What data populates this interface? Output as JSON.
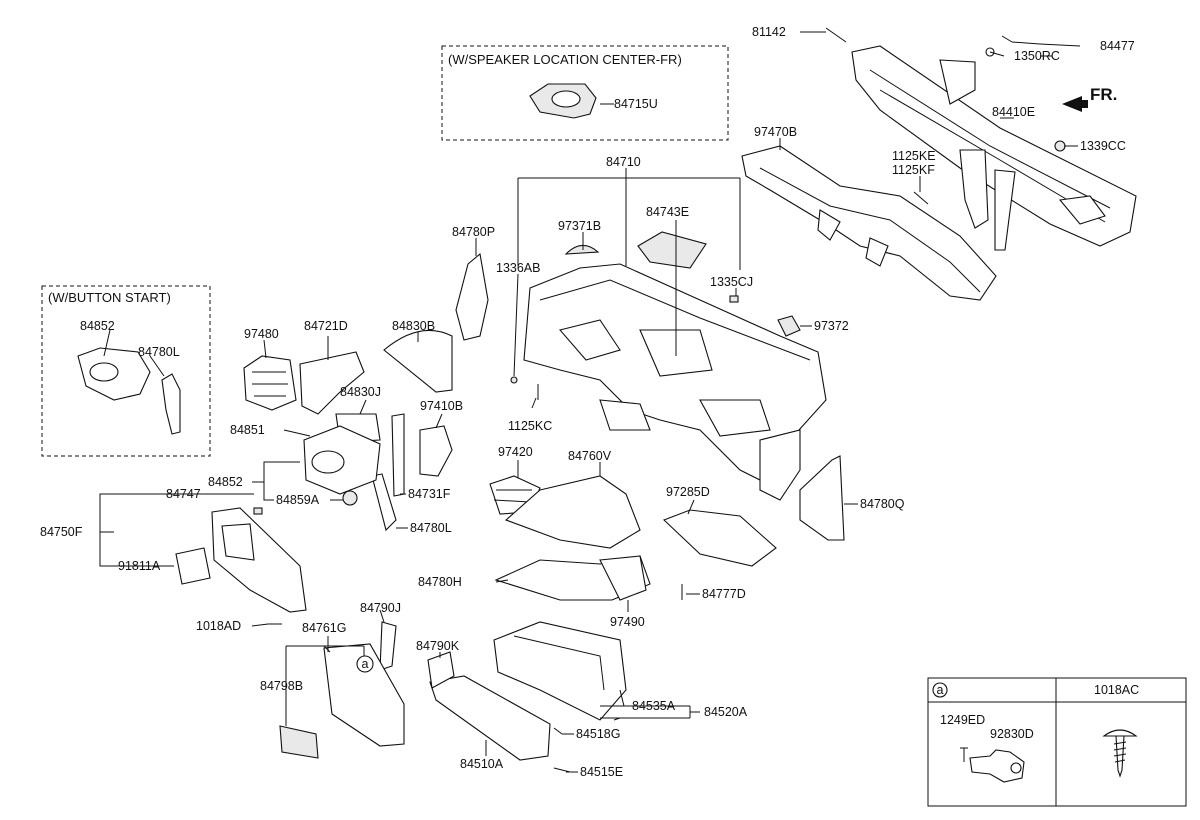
{
  "notes": {
    "speaker": "(W/SPEAKER LOCATION CENTER-FR)",
    "button_start": "(W/BUTTON START)",
    "fr": "FR."
  },
  "callouts": {
    "a": "a"
  },
  "legend": {
    "circle_label": "a",
    "header_right": "1018AC",
    "part_1249ED": "1249ED",
    "part_92830D": "92830D"
  },
  "parts": {
    "p81142": "81142",
    "p1350RC": "1350RC",
    "p84477": "84477",
    "p84715U": "84715U",
    "p84410E": "84410E",
    "p97470B": "97470B",
    "p1339CC": "1339CC",
    "p1125KE": "1125KE",
    "p1125KF": "1125KF",
    "p84710": "84710",
    "p84743E": "84743E",
    "p97371B": "97371B",
    "p84780P": "84780P",
    "p1336AB": "1336AB",
    "p1335CJ": "1335CJ",
    "p97372": "97372",
    "p84852_btn": "84852",
    "p84780L_btn": "84780L",
    "p97480": "97480",
    "p84721D": "84721D",
    "p84830B": "84830B",
    "p84830J": "84830J",
    "p97410B": "97410B",
    "p1125KC": "1125KC",
    "p84851": "84851",
    "p84852": "84852",
    "p84859A": "84859A",
    "p84731F": "84731F",
    "p84780L": "84780L",
    "p97420": "97420",
    "p84760V": "84760V",
    "p97285D": "97285D",
    "p84780Q": "84780Q",
    "p84747": "84747",
    "p84750F": "84750F",
    "p91811A": "91811A",
    "p84780H": "84780H",
    "p84777D": "84777D",
    "p97490": "97490",
    "p1018AD": "1018AD",
    "p84761G": "84761G",
    "p84790J": "84790J",
    "p84790K": "84790K",
    "p84798B": "84798B",
    "p84535A": "84535A",
    "p84520A": "84520A",
    "p84518G": "84518G",
    "p84510A": "84510A",
    "p84515E": "84515E"
  }
}
